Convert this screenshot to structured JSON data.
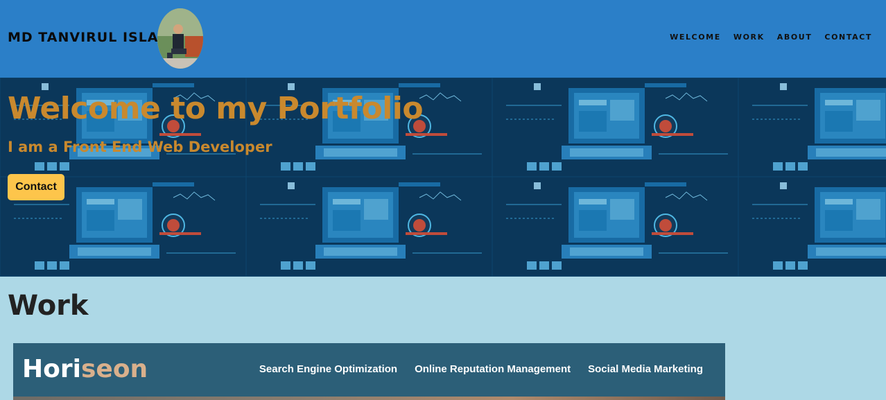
{
  "header": {
    "brand": "MD TANVIRUL ISLAM",
    "nav": [
      "WELCOME",
      "WORK",
      "ABOUT",
      "CONTACT"
    ]
  },
  "hero": {
    "title": "Welcome to my Portfolio",
    "subtitle": "I am a Front End Web Developer",
    "button": "Contact"
  },
  "work": {
    "heading": "Work",
    "card": {
      "logo_main": "Hori",
      "logo_accent": "seon",
      "nav": [
        "Search Engine Optimization",
        "Online Reputation Management",
        "Social Media Marketing"
      ]
    }
  },
  "colors": {
    "header_bg": "#2b7fc8",
    "page_bg": "#add8e6",
    "hero_text": "#c9892e",
    "button_bg": "#fdc54b",
    "card_bg": "#2c5f78"
  }
}
